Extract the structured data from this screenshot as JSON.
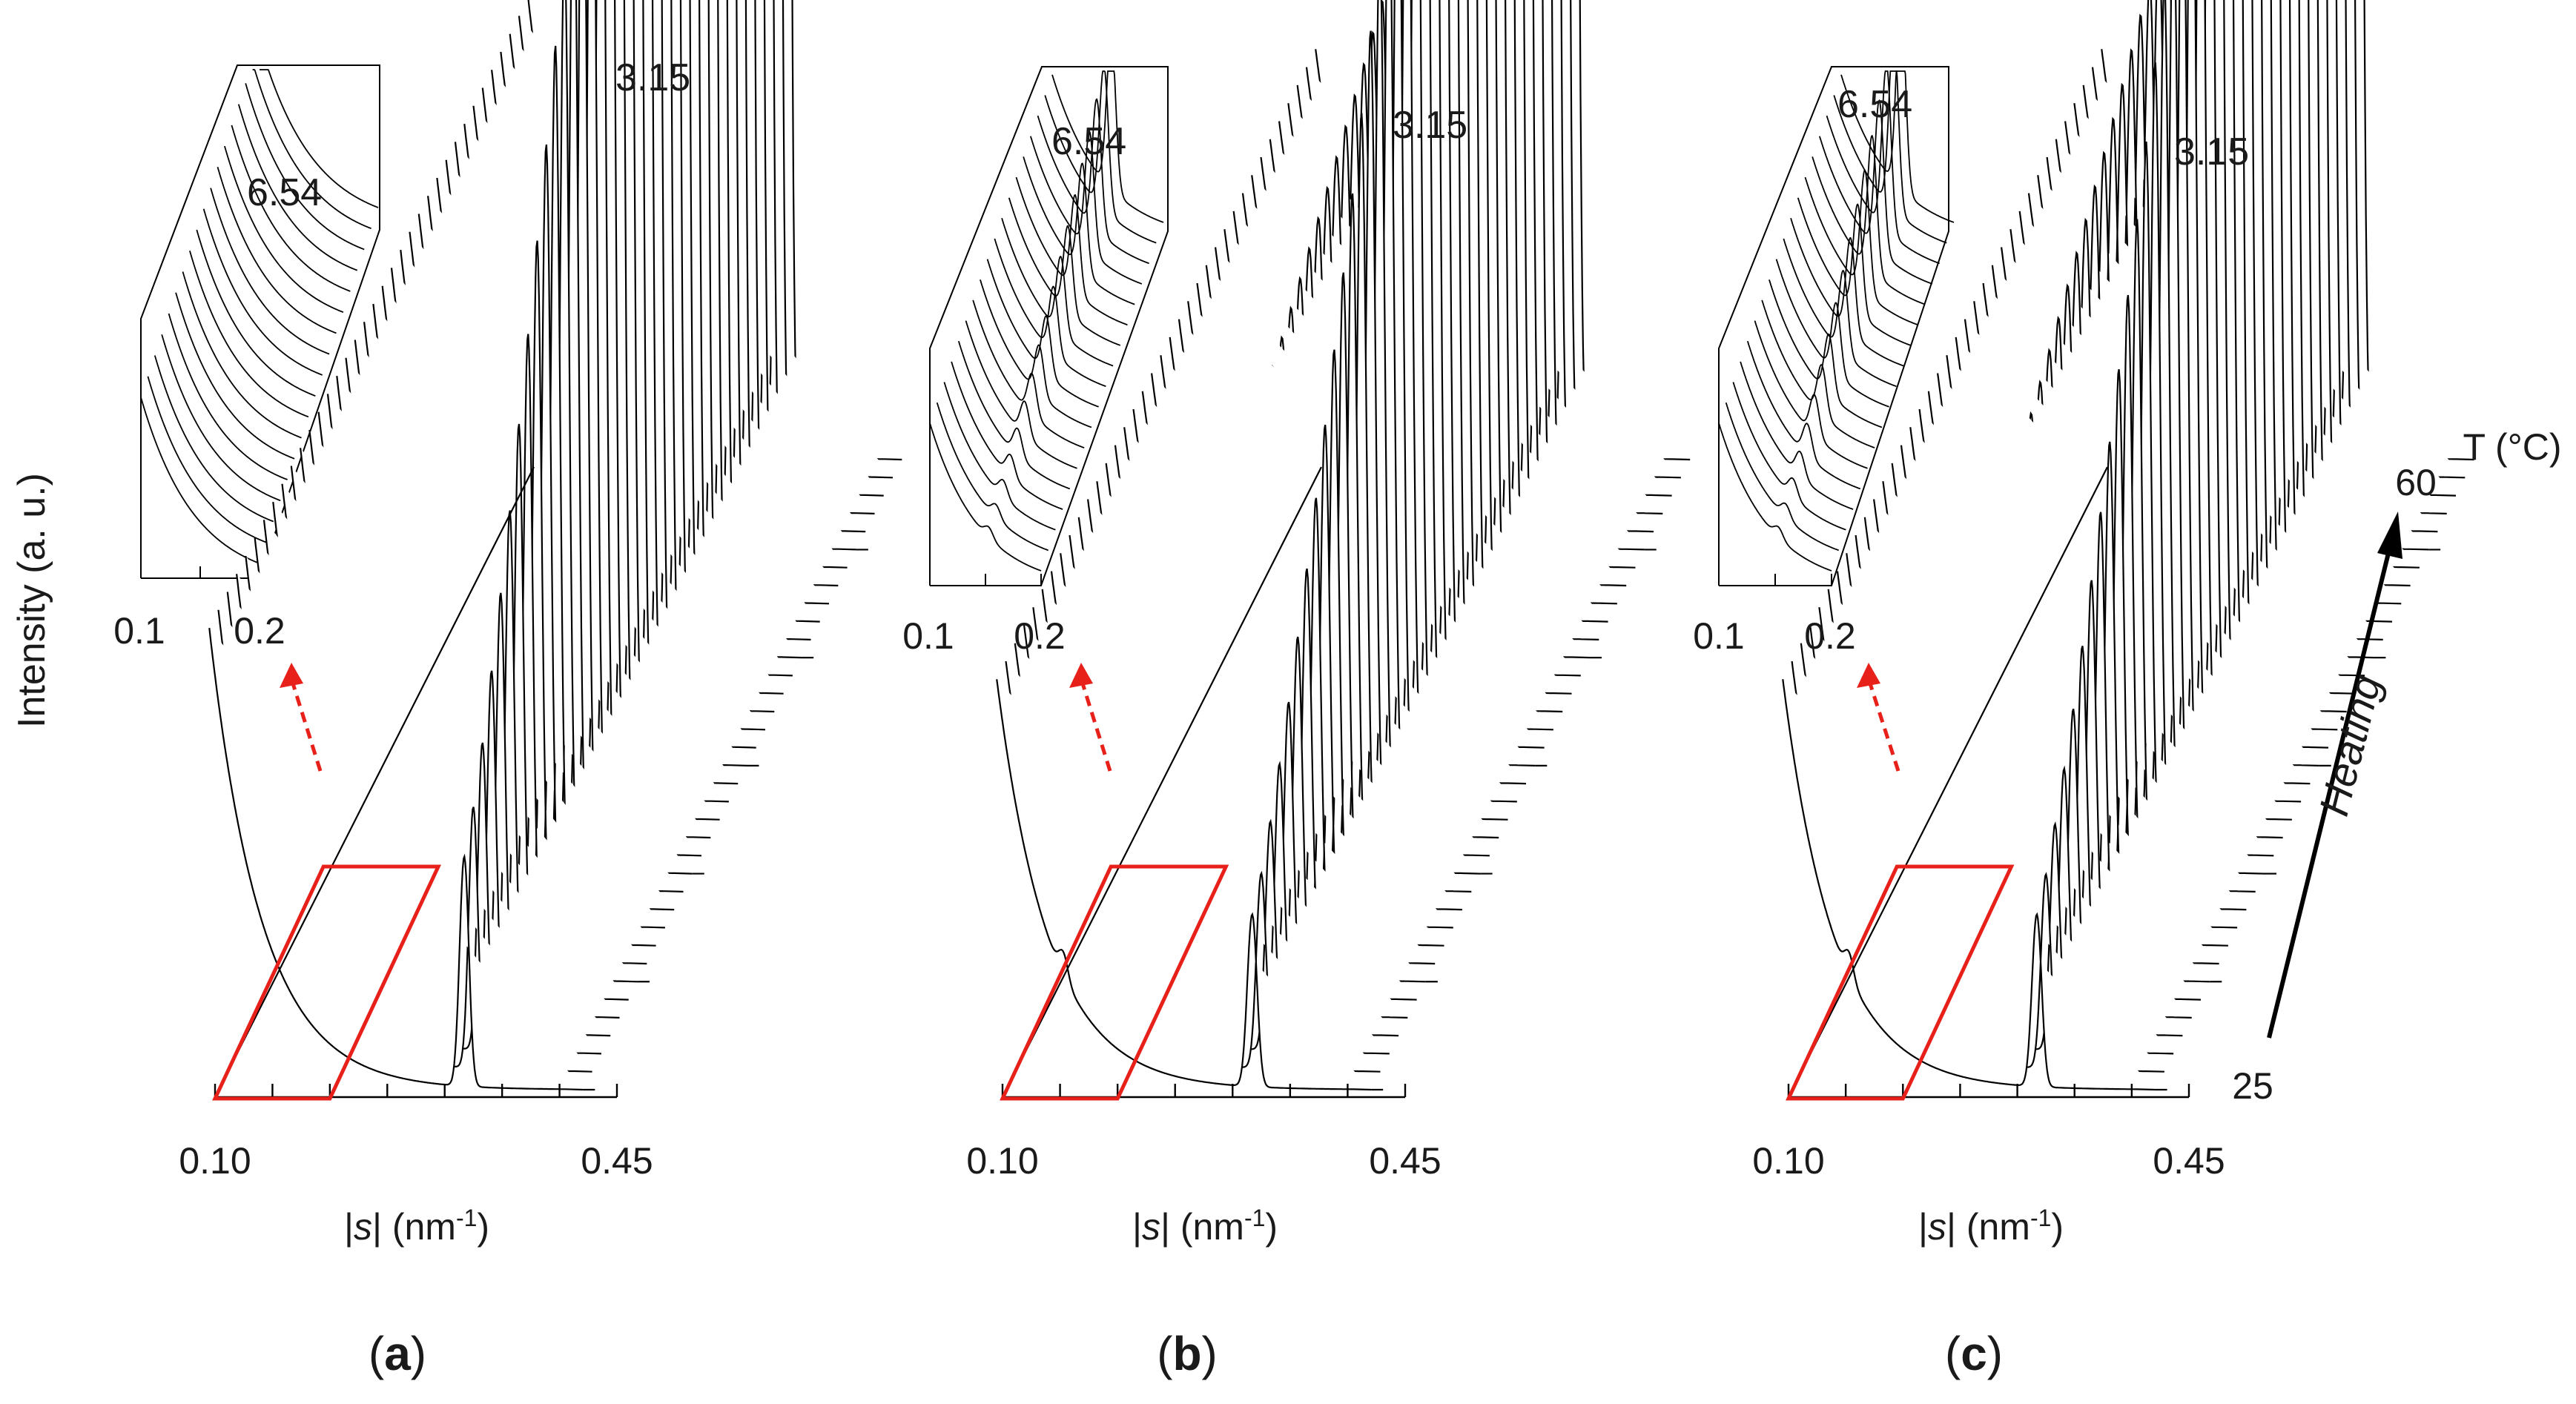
{
  "figure": {
    "ylabel": "Intensity (a. u.)",
    "temp_axis_title": "T (°C)",
    "temp_start": "25",
    "temp_end": "60",
    "heating_label": "Heating"
  },
  "chart_data": [
    {
      "type": "line",
      "panel": "(a)",
      "panel_letter": "a",
      "xlabel": "|s| (nm-1)",
      "xlim": [
        0.1,
        0.45
      ],
      "x_tick_labels": [
        "0.10",
        "0.45"
      ],
      "z_range_degC": [
        25,
        60
      ],
      "n_curves": 36,
      "main_peak": {
        "label": "3.15",
        "s_nm_inv": 0.317,
        "height": [
          0.02,
          0.3
        ],
        "width": 0.004
      },
      "secondary_peak": {
        "label": "6.54",
        "s_nm_inv": 0.153,
        "height": [
          0.0,
          0.0
        ],
        "width": 0.006
      },
      "baseline_decay": {
        "amplitude": 0.036,
        "rate": 22
      },
      "box_s": [
        0.1,
        0.2
      ],
      "inset": {
        "x_tick_labels": [
          "0.1",
          "0.2"
        ],
        "x_range": [
          0.1,
          0.2
        ],
        "peak_label": "6.54"
      }
    },
    {
      "type": "line",
      "panel": "(b)",
      "panel_letter": "b",
      "xlabel": "|s| (nm-1)",
      "xlim": [
        0.1,
        0.45
      ],
      "x_tick_labels": [
        "0.10",
        "0.45"
      ],
      "z_range_degC": [
        25,
        60
      ],
      "n_curves": 36,
      "main_peak": {
        "label": "3.15",
        "s_nm_inv": 0.317,
        "height": [
          0.015,
          0.22
        ],
        "width": 0.0042
      },
      "secondary_peak": {
        "label": "6.54",
        "s_nm_inv": 0.153,
        "height": [
          0.002,
          0.03
        ],
        "width": 0.004
      },
      "baseline_decay": {
        "amplitude": 0.032,
        "rate": 22
      },
      "box_s": [
        0.1,
        0.2
      ],
      "inset": {
        "x_tick_labels": [
          "0.1",
          "0.2"
        ],
        "x_range": [
          0.1,
          0.2
        ],
        "peak_label": "6.54"
      }
    },
    {
      "type": "line",
      "panel": "(c)",
      "panel_letter": "c",
      "xlabel": "|s| (nm-1)",
      "xlim": [
        0.1,
        0.45
      ],
      "x_tick_labels": [
        "0.10",
        "0.45"
      ],
      "z_range_degC": [
        25,
        60
      ],
      "n_curves": 36,
      "main_peak": {
        "label": "3.15",
        "s_nm_inv": 0.317,
        "height": [
          0.015,
          0.21
        ],
        "width": 0.0042
      },
      "secondary_peak": {
        "label": "6.54",
        "s_nm_inv": 0.153,
        "height": [
          0.002,
          0.038
        ],
        "width": 0.004
      },
      "baseline_decay": {
        "amplitude": 0.032,
        "rate": 22
      },
      "box_s": [
        0.1,
        0.2
      ],
      "inset": {
        "x_tick_labels": [
          "0.1",
          "0.2"
        ],
        "x_range": [
          0.1,
          0.2
        ],
        "peak_label": "6.54"
      }
    }
  ]
}
